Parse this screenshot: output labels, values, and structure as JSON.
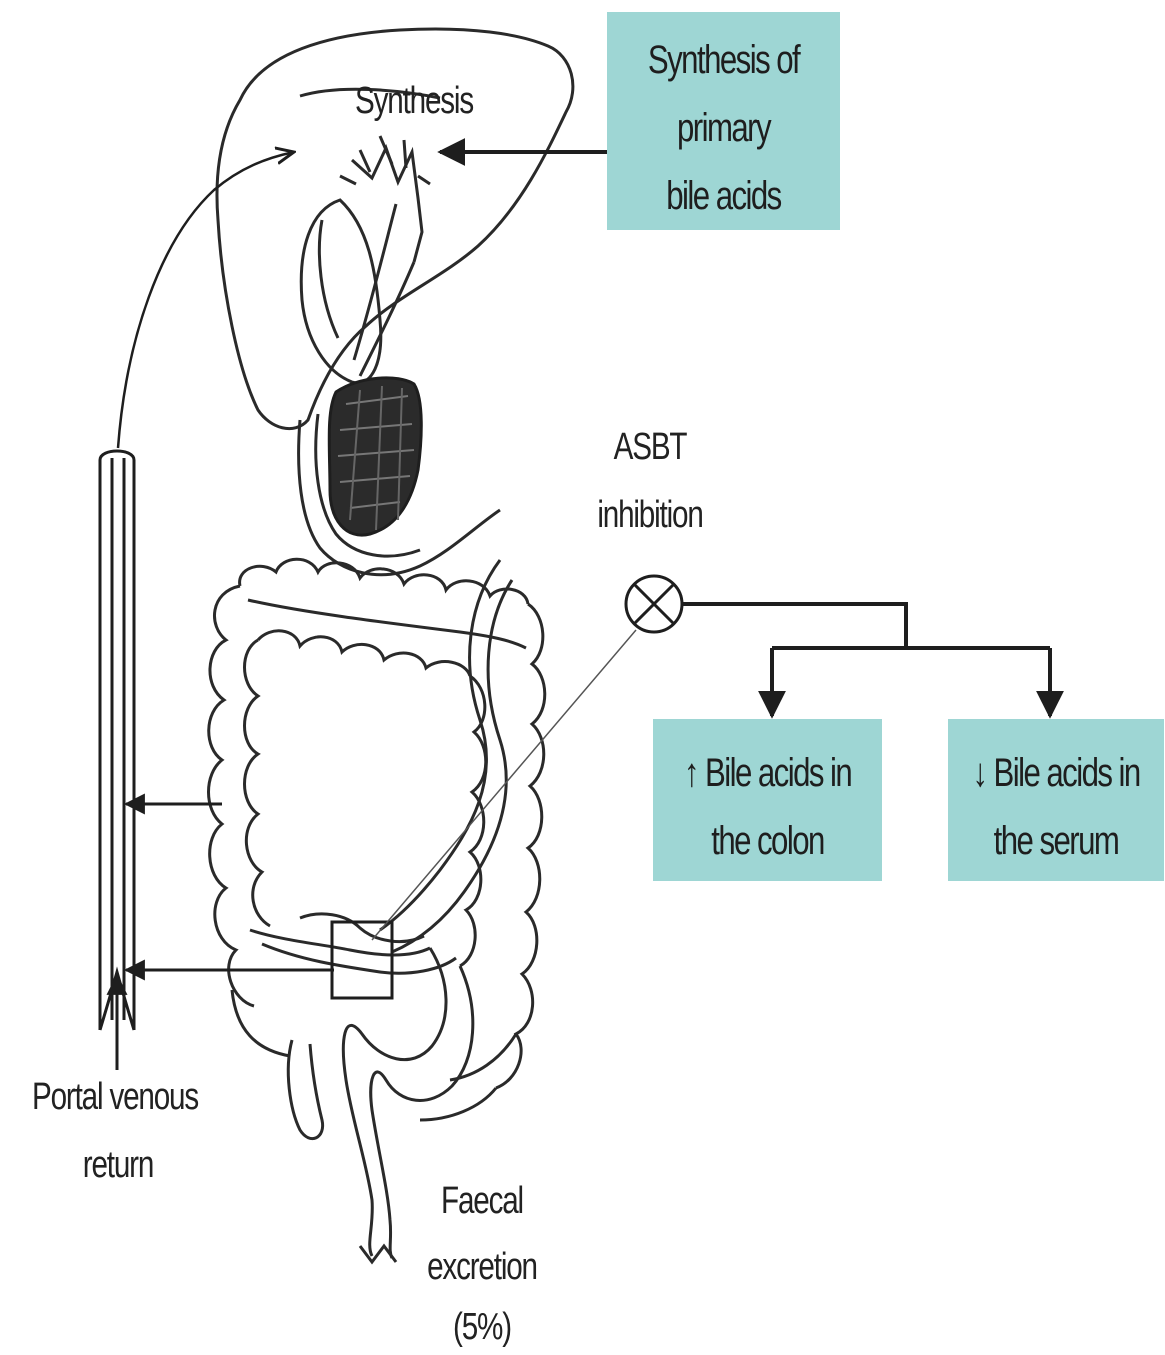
{
  "labels": {
    "synthesis": "Synthesis",
    "box_synthesis": [
      "Synthesis of",
      "primary",
      "bile acids"
    ],
    "asbt": [
      "ASBT",
      "inhibition"
    ],
    "box_colon": [
      "↑ Bile acids in",
      "the colon"
    ],
    "box_serum": [
      "↓ Bile acids in",
      "the serum"
    ],
    "portal": [
      "Portal venous",
      "return"
    ],
    "faecal": [
      "Faecal",
      "excretion",
      "(5%)"
    ]
  },
  "colors": {
    "box_fill": "#9ed6d4",
    "line": "#1e1e1e"
  },
  "icons": {
    "inhibition_symbol": "circle-x-icon"
  }
}
